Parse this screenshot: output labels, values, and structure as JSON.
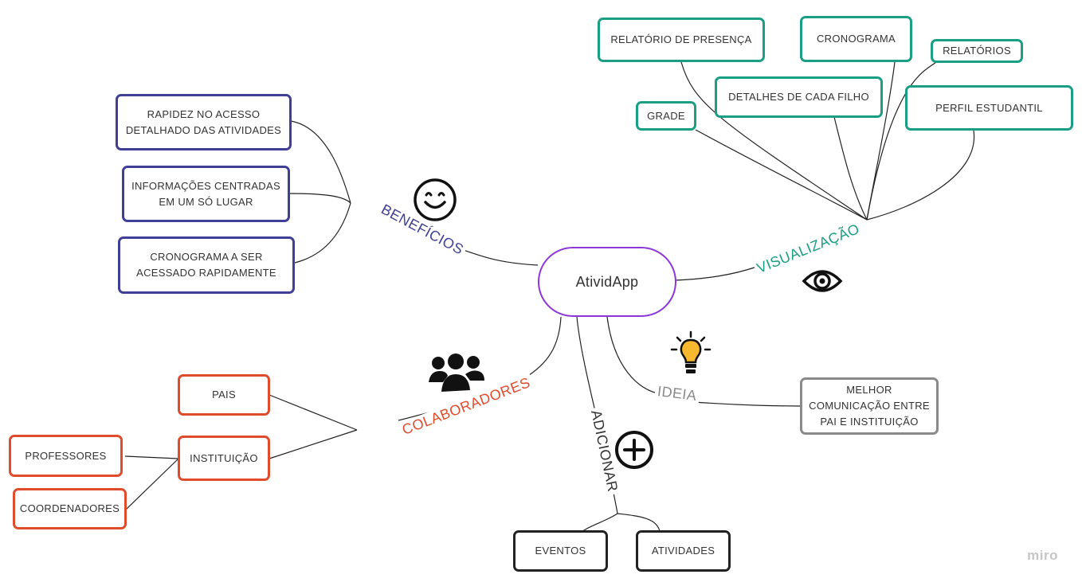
{
  "center": "AtividApp",
  "branches": {
    "beneficios": {
      "label": "BENEFÍCIOS",
      "color": "#3f3f96",
      "items": [
        "RAPIDEZ NO ACESSO\nDETALHADO DAS ATIVIDADES",
        "INFORMAÇÕES CENTRADAS\nEM UM SÓ LUGAR",
        "CRONOGRAMA A SER\nACESSADO RAPIDAMENTE"
      ]
    },
    "visualizacao": {
      "label": "VISUALIZAÇÃO",
      "color": "#1a9e84",
      "items": [
        "RELATÓRIO DE PRESENÇA",
        "CRONOGRAMA",
        "RELATÓRIOS",
        "DETALHES DE CADA FILHO",
        "GRADE",
        "PERFIL ESTUDANTIL"
      ]
    },
    "colaboradores": {
      "label": "COLABORADORES",
      "color": "#e04b2c",
      "items": [
        "PAIS",
        "INSTITUIÇÃO",
        "PROFESSORES",
        "COORDENADORES"
      ]
    },
    "adicionar": {
      "label": "ADICIONAR",
      "color": "#333333",
      "items": [
        "EVENTOS",
        "ATIVIDADES"
      ]
    },
    "ideia": {
      "label": "IDEIA",
      "color": "#8a8a8a",
      "items": [
        "MELHOR\nCOMUNICAÇÃO ENTRE\nPAI E INSTITUIÇÃO"
      ]
    }
  },
  "icons": {
    "beneficios": "smiley-icon",
    "visualizacao": "eye-icon",
    "colaboradores": "people-icon",
    "adicionar": "plus-circle-icon",
    "ideia": "lightbulb-icon"
  },
  "watermark": "miro"
}
